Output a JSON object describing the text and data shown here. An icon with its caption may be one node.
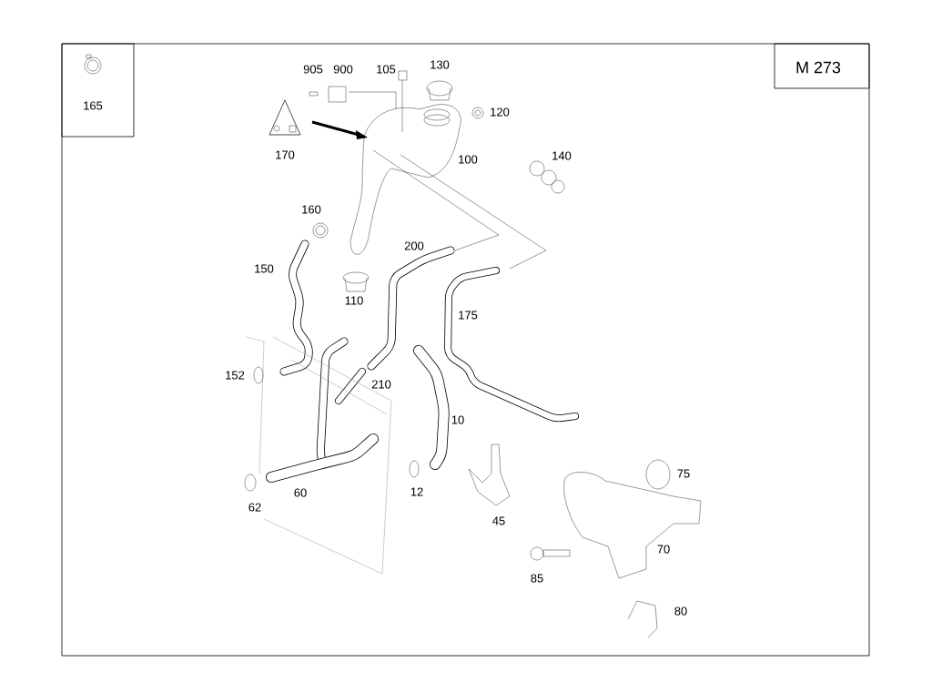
{
  "diagram": {
    "labels": [
      "165",
      "M 273",
      "905",
      "900",
      "105",
      "130",
      "120",
      "170",
      "100",
      "140",
      "160",
      "200",
      "150",
      "110",
      "175",
      "152",
      "210",
      "10",
      "12",
      "60",
      "62",
      "45",
      "75",
      "70",
      "85",
      "80"
    ]
  }
}
